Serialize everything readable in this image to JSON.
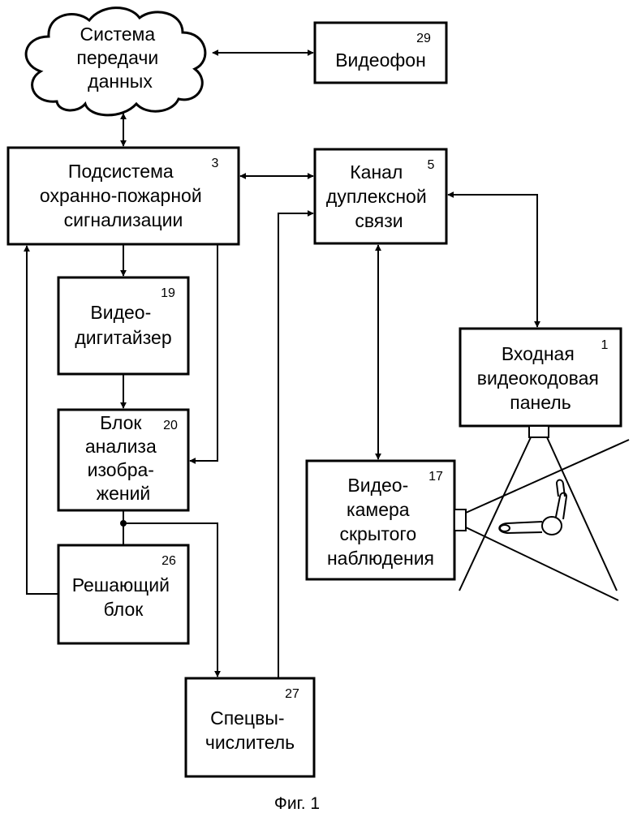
{
  "blocks": {
    "cloud": {
      "lines": [
        "Система",
        "передачи",
        "данных"
      ]
    },
    "videophone": {
      "number": "29",
      "lines": [
        "Видеофон"
      ]
    },
    "subsystem": {
      "number": "3",
      "lines": [
        "Подсистема",
        "охранно-пожарной",
        "сигнализации"
      ]
    },
    "channel": {
      "number": "5",
      "lines": [
        "Канал",
        "дуплексной",
        "связи"
      ]
    },
    "digitizer": {
      "number": "19",
      "lines": [
        "Видео-",
        "дигитайзер"
      ]
    },
    "analysis": {
      "number": "20",
      "lines": [
        "Блок",
        "анализа",
        "изобра-",
        "жений"
      ]
    },
    "decision": {
      "number": "26",
      "lines": [
        "Решающий",
        "блок"
      ]
    },
    "panel": {
      "number": "1",
      "lines": [
        "Входная",
        "видеокодовая",
        "панель"
      ]
    },
    "camera": {
      "number": "17",
      "lines": [
        "Видео-",
        "камера",
        "скрытого",
        "наблюдения"
      ]
    },
    "calculator": {
      "number": "27",
      "lines": [
        "Спецвы-",
        "числитель"
      ]
    }
  },
  "caption": "Фиг. 1"
}
